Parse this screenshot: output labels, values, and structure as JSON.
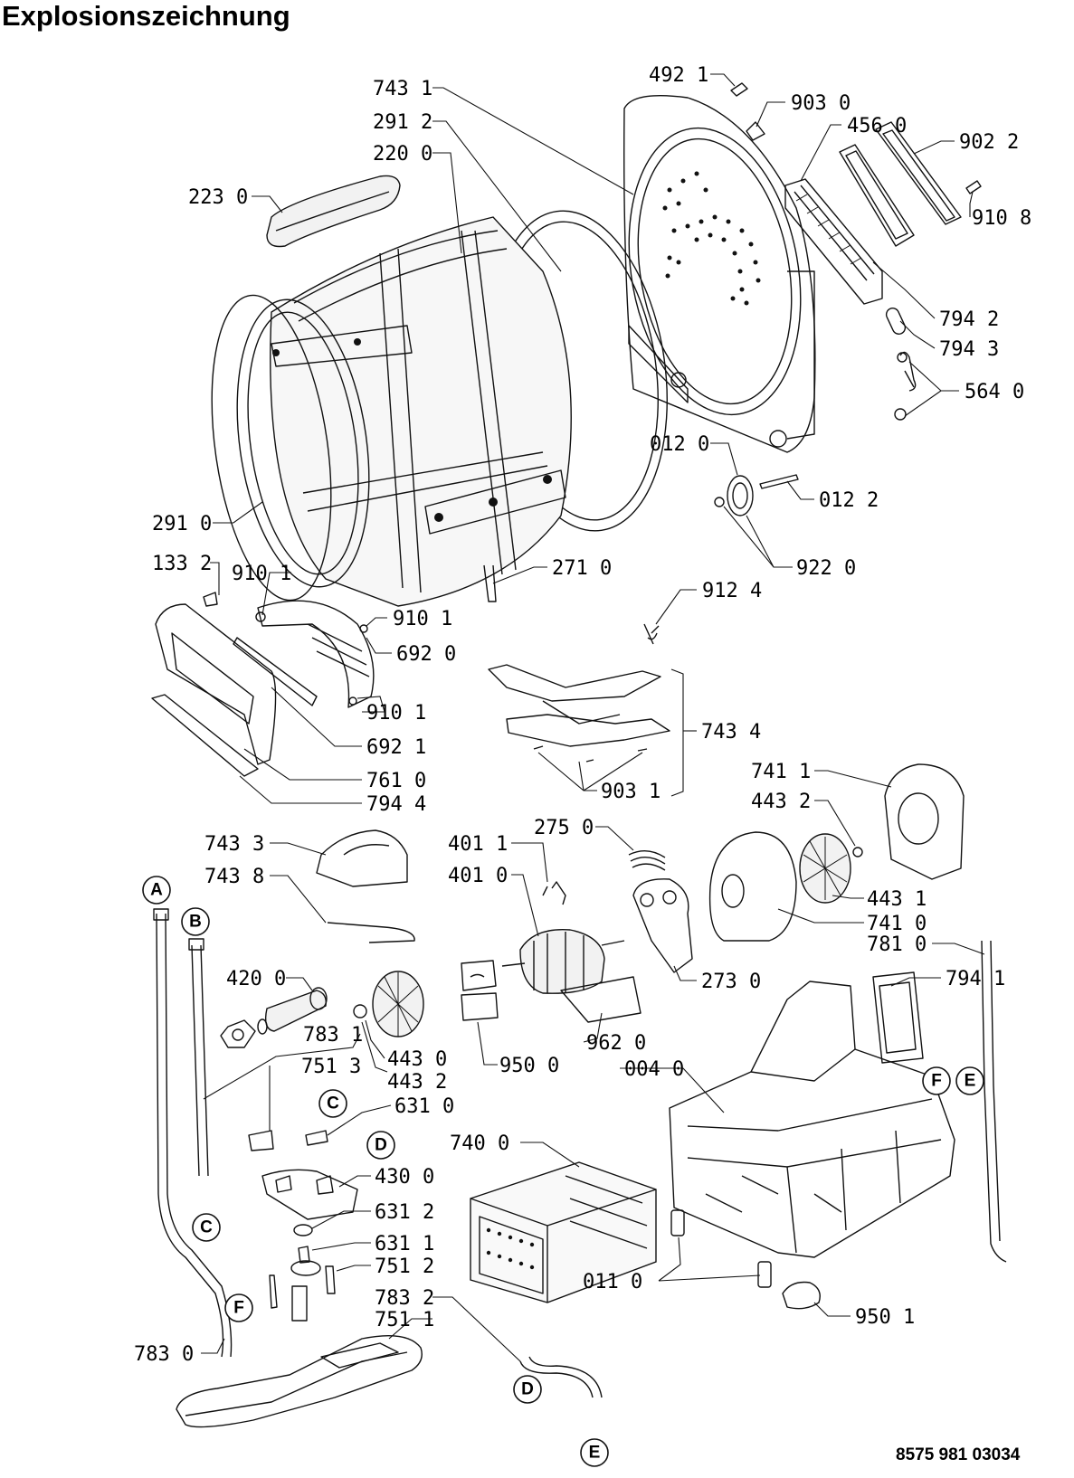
{
  "title": "Explosionszeichnung",
  "document_number": "8575 981 03034",
  "part_labels": [
    "743 1",
    "492 1",
    "903 0",
    "291 2",
    "456 0",
    "902 2",
    "220 0",
    "223 0",
    "910 8",
    "794 2",
    "794 3",
    "564 0",
    "012 0",
    "012 2",
    "291 0",
    "922 0",
    "271 0",
    "133 2",
    "910 1",
    "910 1",
    "912 4",
    "692 0",
    "910 1",
    "743 4",
    "692 1",
    "761 0",
    "903 1",
    "794 4",
    "741 1",
    "443 2",
    "743 3",
    "275 0",
    "401 1",
    "743 8",
    "401 0",
    "443 1",
    "741 0",
    "781 0",
    "420 0",
    "273 0",
    "794 1",
    "783 1",
    "443 0",
    "443 2",
    "962 0",
    "751 3",
    "950 0",
    "004 0",
    "631 0",
    "430 0",
    "740 0",
    "631 2",
    "631 1",
    "751 2",
    "011 0",
    "783 2",
    "751 1",
    "950 1",
    "783 0"
  ],
  "connector_markers": [
    "A",
    "B",
    "C",
    "C",
    "D",
    "F",
    "E",
    "F",
    "D",
    "E"
  ]
}
